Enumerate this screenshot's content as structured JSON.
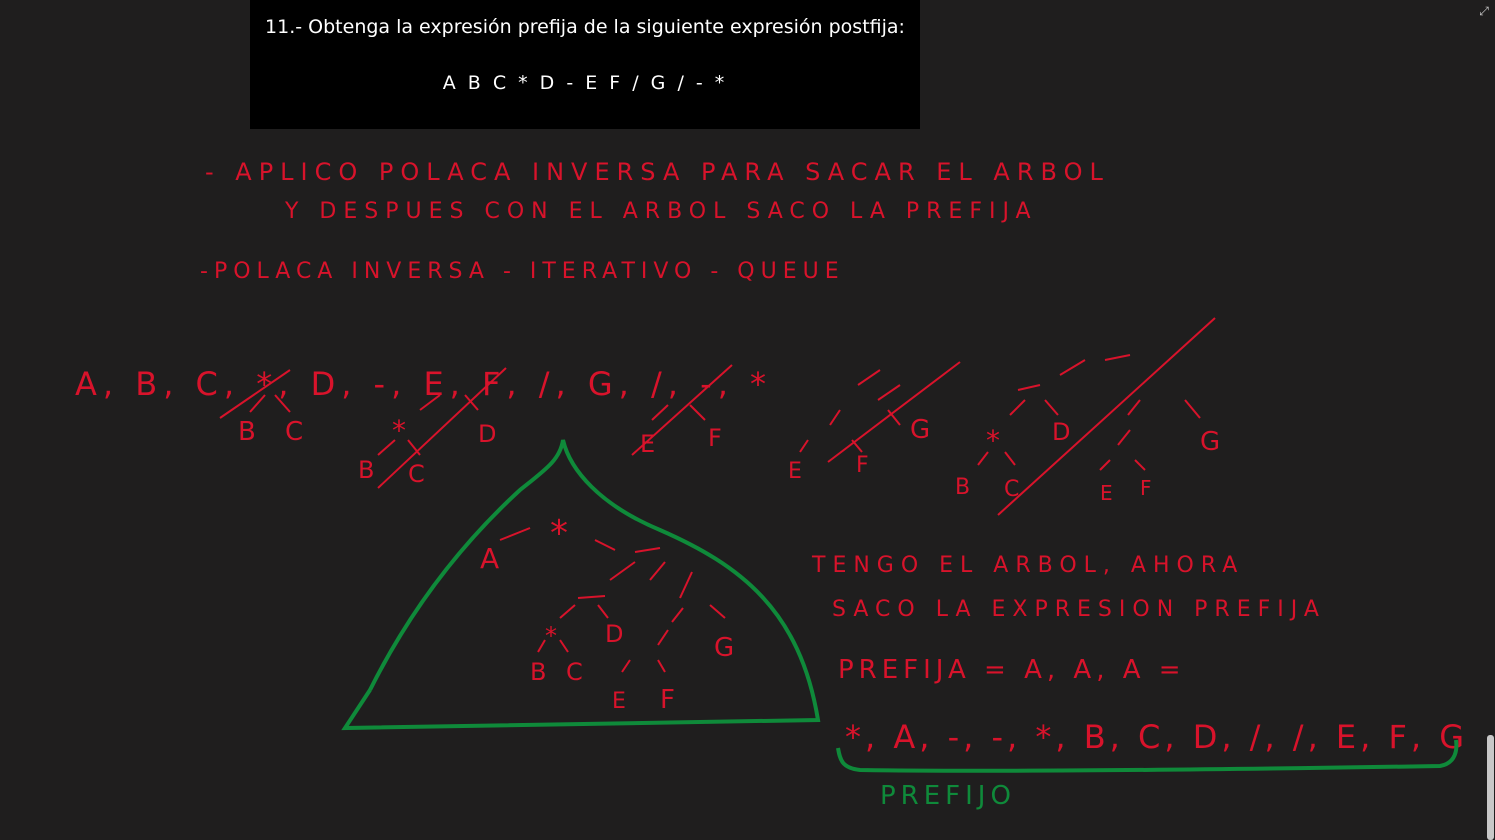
{
  "slide": {
    "question": "11.- Obtenga la expresión prefija de la siguiente expresión postfija:",
    "expression": "A B C * D - E F / G / - *"
  },
  "notes": {
    "line1": "- APLICO POLACA INVERSA PARA SACAR EL ARBOL",
    "line2": "Y DESPUES CON EL ARBOL SACO LA PREFIJA",
    "line3": "-POLACA INVERSA - ITERATIVO - QUEUE",
    "result1": "TENGO EL ARBOL, AHORA",
    "result2": "SACO LA EXPRESION PREFIJA",
    "prefija_eq": "PREFIJA = A, A, A =",
    "prefix_sequence": "*, A, -, -, *, B, C, D, /, /, E, F, G",
    "prefix_label": "PREFIJO"
  },
  "steps": {
    "stack_sequence": "A, B, C, *, D, -, E, F, /, G, /, -, *",
    "letters": [
      "A",
      "B",
      "C",
      "D",
      "E",
      "F",
      "G"
    ],
    "ops": [
      "*",
      "-",
      "/"
    ]
  },
  "colors": {
    "ink_red": "#d8132b",
    "ink_green": "#0f8a3a",
    "background": "#1f1e1e"
  },
  "icons": {
    "resize": "expand-icon"
  }
}
